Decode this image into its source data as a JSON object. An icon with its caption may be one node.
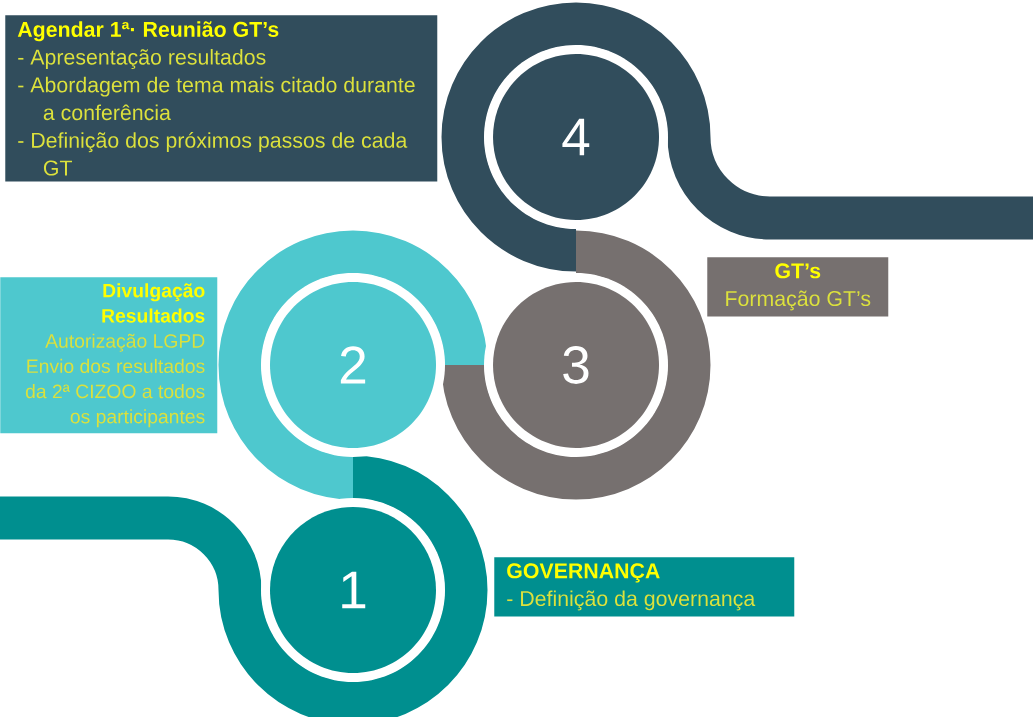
{
  "diagram": {
    "nodes": [
      {
        "text": [
          "Agendar 1ª· Reunião GT’s",
          "- Apresentação resultados",
          "- Abordagem de tema mais citado durante a conferência",
          "- Definição dos próximos passos de cada GT"
        ]
      },
      {
        "text": [
          "4"
        ]
      },
      {
        "text": [
          "GT’s",
          "Formação GT’s"
        ]
      },
      {
        "text": [
          "Divulgação Resultados",
          "Autorização LGPD",
          "Envio dos resultados da 2ª CIZOO a todos os participantes"
        ]
      },
      {
        "text": [
          "2"
        ]
      },
      {
        "text": [
          "3"
        ]
      },
      {
        "text": [
          "1"
        ]
      },
      {
        "text": [
          "GOVERNANÇA",
          "- Definição da governança"
        ]
      }
    ]
  }
}
